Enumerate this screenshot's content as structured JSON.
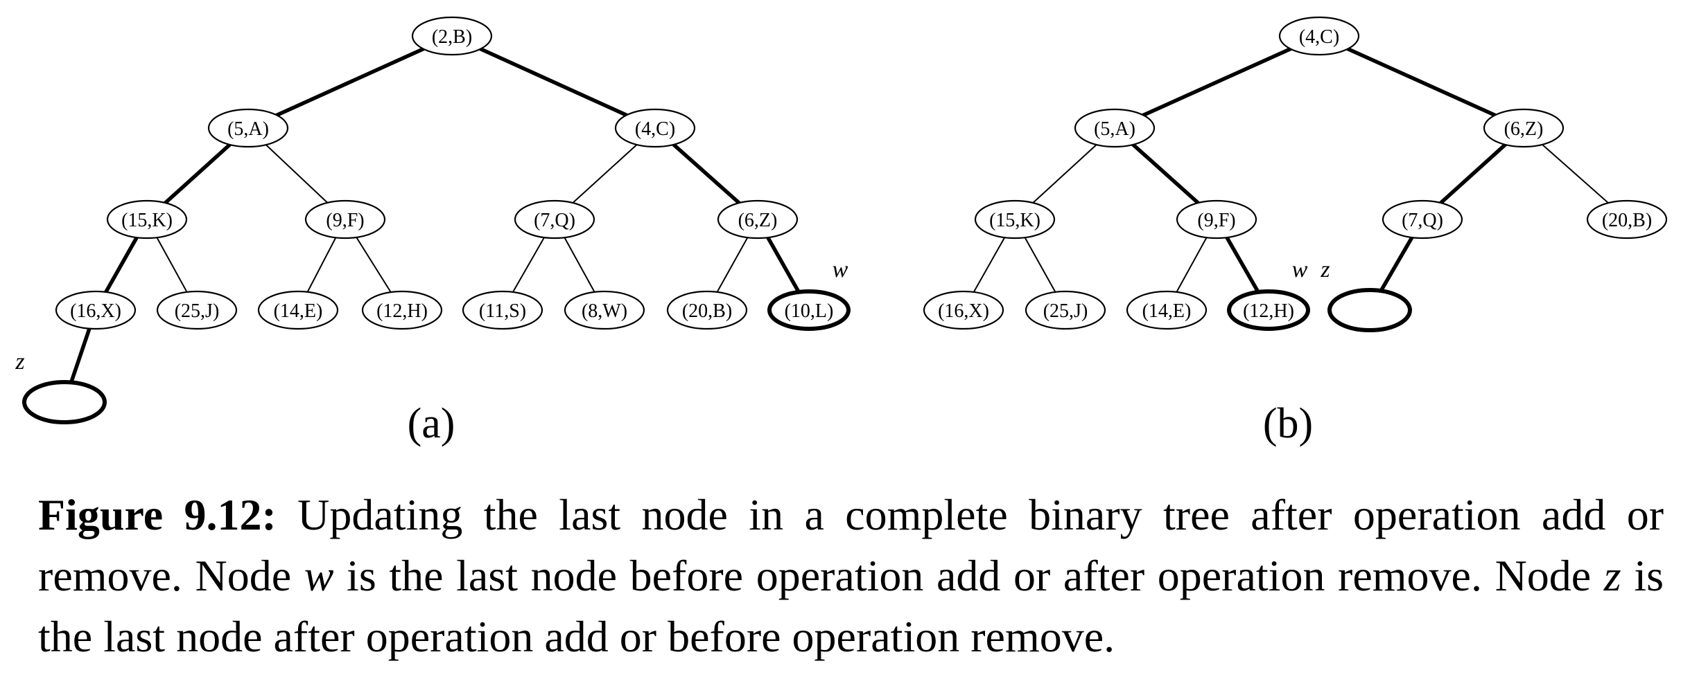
{
  "panels": [
    {
      "id": "a",
      "label": "(a)",
      "nodes": [
        {
          "id": "a1",
          "text": "(2,B)"
        },
        {
          "id": "a2",
          "text": "(5,A)"
        },
        {
          "id": "a3",
          "text": "(4,C)"
        },
        {
          "id": "a4",
          "text": "(15,K)"
        },
        {
          "id": "a5",
          "text": "(9,F)"
        },
        {
          "id": "a6",
          "text": "(7,Q)"
        },
        {
          "id": "a7",
          "text": "(6,Z)"
        },
        {
          "id": "a8",
          "text": "(16,X)"
        },
        {
          "id": "a9",
          "text": "(25,J)"
        },
        {
          "id": "a10",
          "text": "(14,E)"
        },
        {
          "id": "a11",
          "text": "(12,H)"
        },
        {
          "id": "a12",
          "text": "(11,S)"
        },
        {
          "id": "a13",
          "text": "(8,W)"
        },
        {
          "id": "a14",
          "text": "(20,B)"
        },
        {
          "id": "a15",
          "text": "(10,L)",
          "highlight": true
        },
        {
          "id": "a16",
          "text": "",
          "highlight": true
        }
      ],
      "edges": [
        {
          "from": "a1",
          "to": "a2",
          "path": true
        },
        {
          "from": "a1",
          "to": "a3",
          "path": true
        },
        {
          "from": "a2",
          "to": "a4",
          "path": true
        },
        {
          "from": "a2",
          "to": "a5",
          "path": false
        },
        {
          "from": "a3",
          "to": "a6",
          "path": false
        },
        {
          "from": "a3",
          "to": "a7",
          "path": true
        },
        {
          "from": "a4",
          "to": "a8",
          "path": true
        },
        {
          "from": "a4",
          "to": "a9",
          "path": false
        },
        {
          "from": "a5",
          "to": "a10",
          "path": false
        },
        {
          "from": "a5",
          "to": "a11",
          "path": false
        },
        {
          "from": "a6",
          "to": "a12",
          "path": false
        },
        {
          "from": "a6",
          "to": "a13",
          "path": false
        },
        {
          "from": "a7",
          "to": "a14",
          "path": false
        },
        {
          "from": "a7",
          "to": "a15",
          "path": true
        },
        {
          "from": "a8",
          "to": "a16",
          "path": true
        }
      ],
      "markers": [
        {
          "text": "w",
          "node": "a15"
        },
        {
          "text": "z",
          "node": "a16"
        }
      ]
    },
    {
      "id": "b",
      "label": "(b)",
      "nodes": [
        {
          "id": "b1",
          "text": "(4,C)"
        },
        {
          "id": "b2",
          "text": "(5,A)"
        },
        {
          "id": "b3",
          "text": "(6,Z)"
        },
        {
          "id": "b4",
          "text": "(15,K)"
        },
        {
          "id": "b5",
          "text": "(9,F)"
        },
        {
          "id": "b6",
          "text": "(7,Q)"
        },
        {
          "id": "b7",
          "text": "(20,B)"
        },
        {
          "id": "b8",
          "text": "(16,X)"
        },
        {
          "id": "b9",
          "text": "(25,J)"
        },
        {
          "id": "b10",
          "text": "(14,E)"
        },
        {
          "id": "b11",
          "text": "(12,H)",
          "highlight": true
        },
        {
          "id": "b12",
          "text": "",
          "highlight": true
        }
      ],
      "edges": [
        {
          "from": "b1",
          "to": "b2",
          "path": true
        },
        {
          "from": "b1",
          "to": "b3",
          "path": true
        },
        {
          "from": "b2",
          "to": "b4",
          "path": false
        },
        {
          "from": "b2",
          "to": "b5",
          "path": true
        },
        {
          "from": "b3",
          "to": "b6",
          "path": true
        },
        {
          "from": "b3",
          "to": "b7",
          "path": false
        },
        {
          "from": "b4",
          "to": "b8",
          "path": false
        },
        {
          "from": "b4",
          "to": "b9",
          "path": false
        },
        {
          "from": "b5",
          "to": "b10",
          "path": false
        },
        {
          "from": "b5",
          "to": "b11",
          "path": true
        },
        {
          "from": "b6",
          "to": "b12",
          "path": true
        }
      ],
      "markers": [
        {
          "text": "w",
          "node": "b11"
        },
        {
          "text": "z",
          "node": "b12"
        }
      ]
    }
  ],
  "caption": {
    "label": "Figure 9.12:",
    "part1": " Updating the last node in a complete binary tree after operation add or remove. Node ",
    "var_w": "w",
    "part2": " is the last node before operation add or after operation remove. Node ",
    "var_z": "z",
    "part3": " is the last node after operation add or before operation remove."
  }
}
